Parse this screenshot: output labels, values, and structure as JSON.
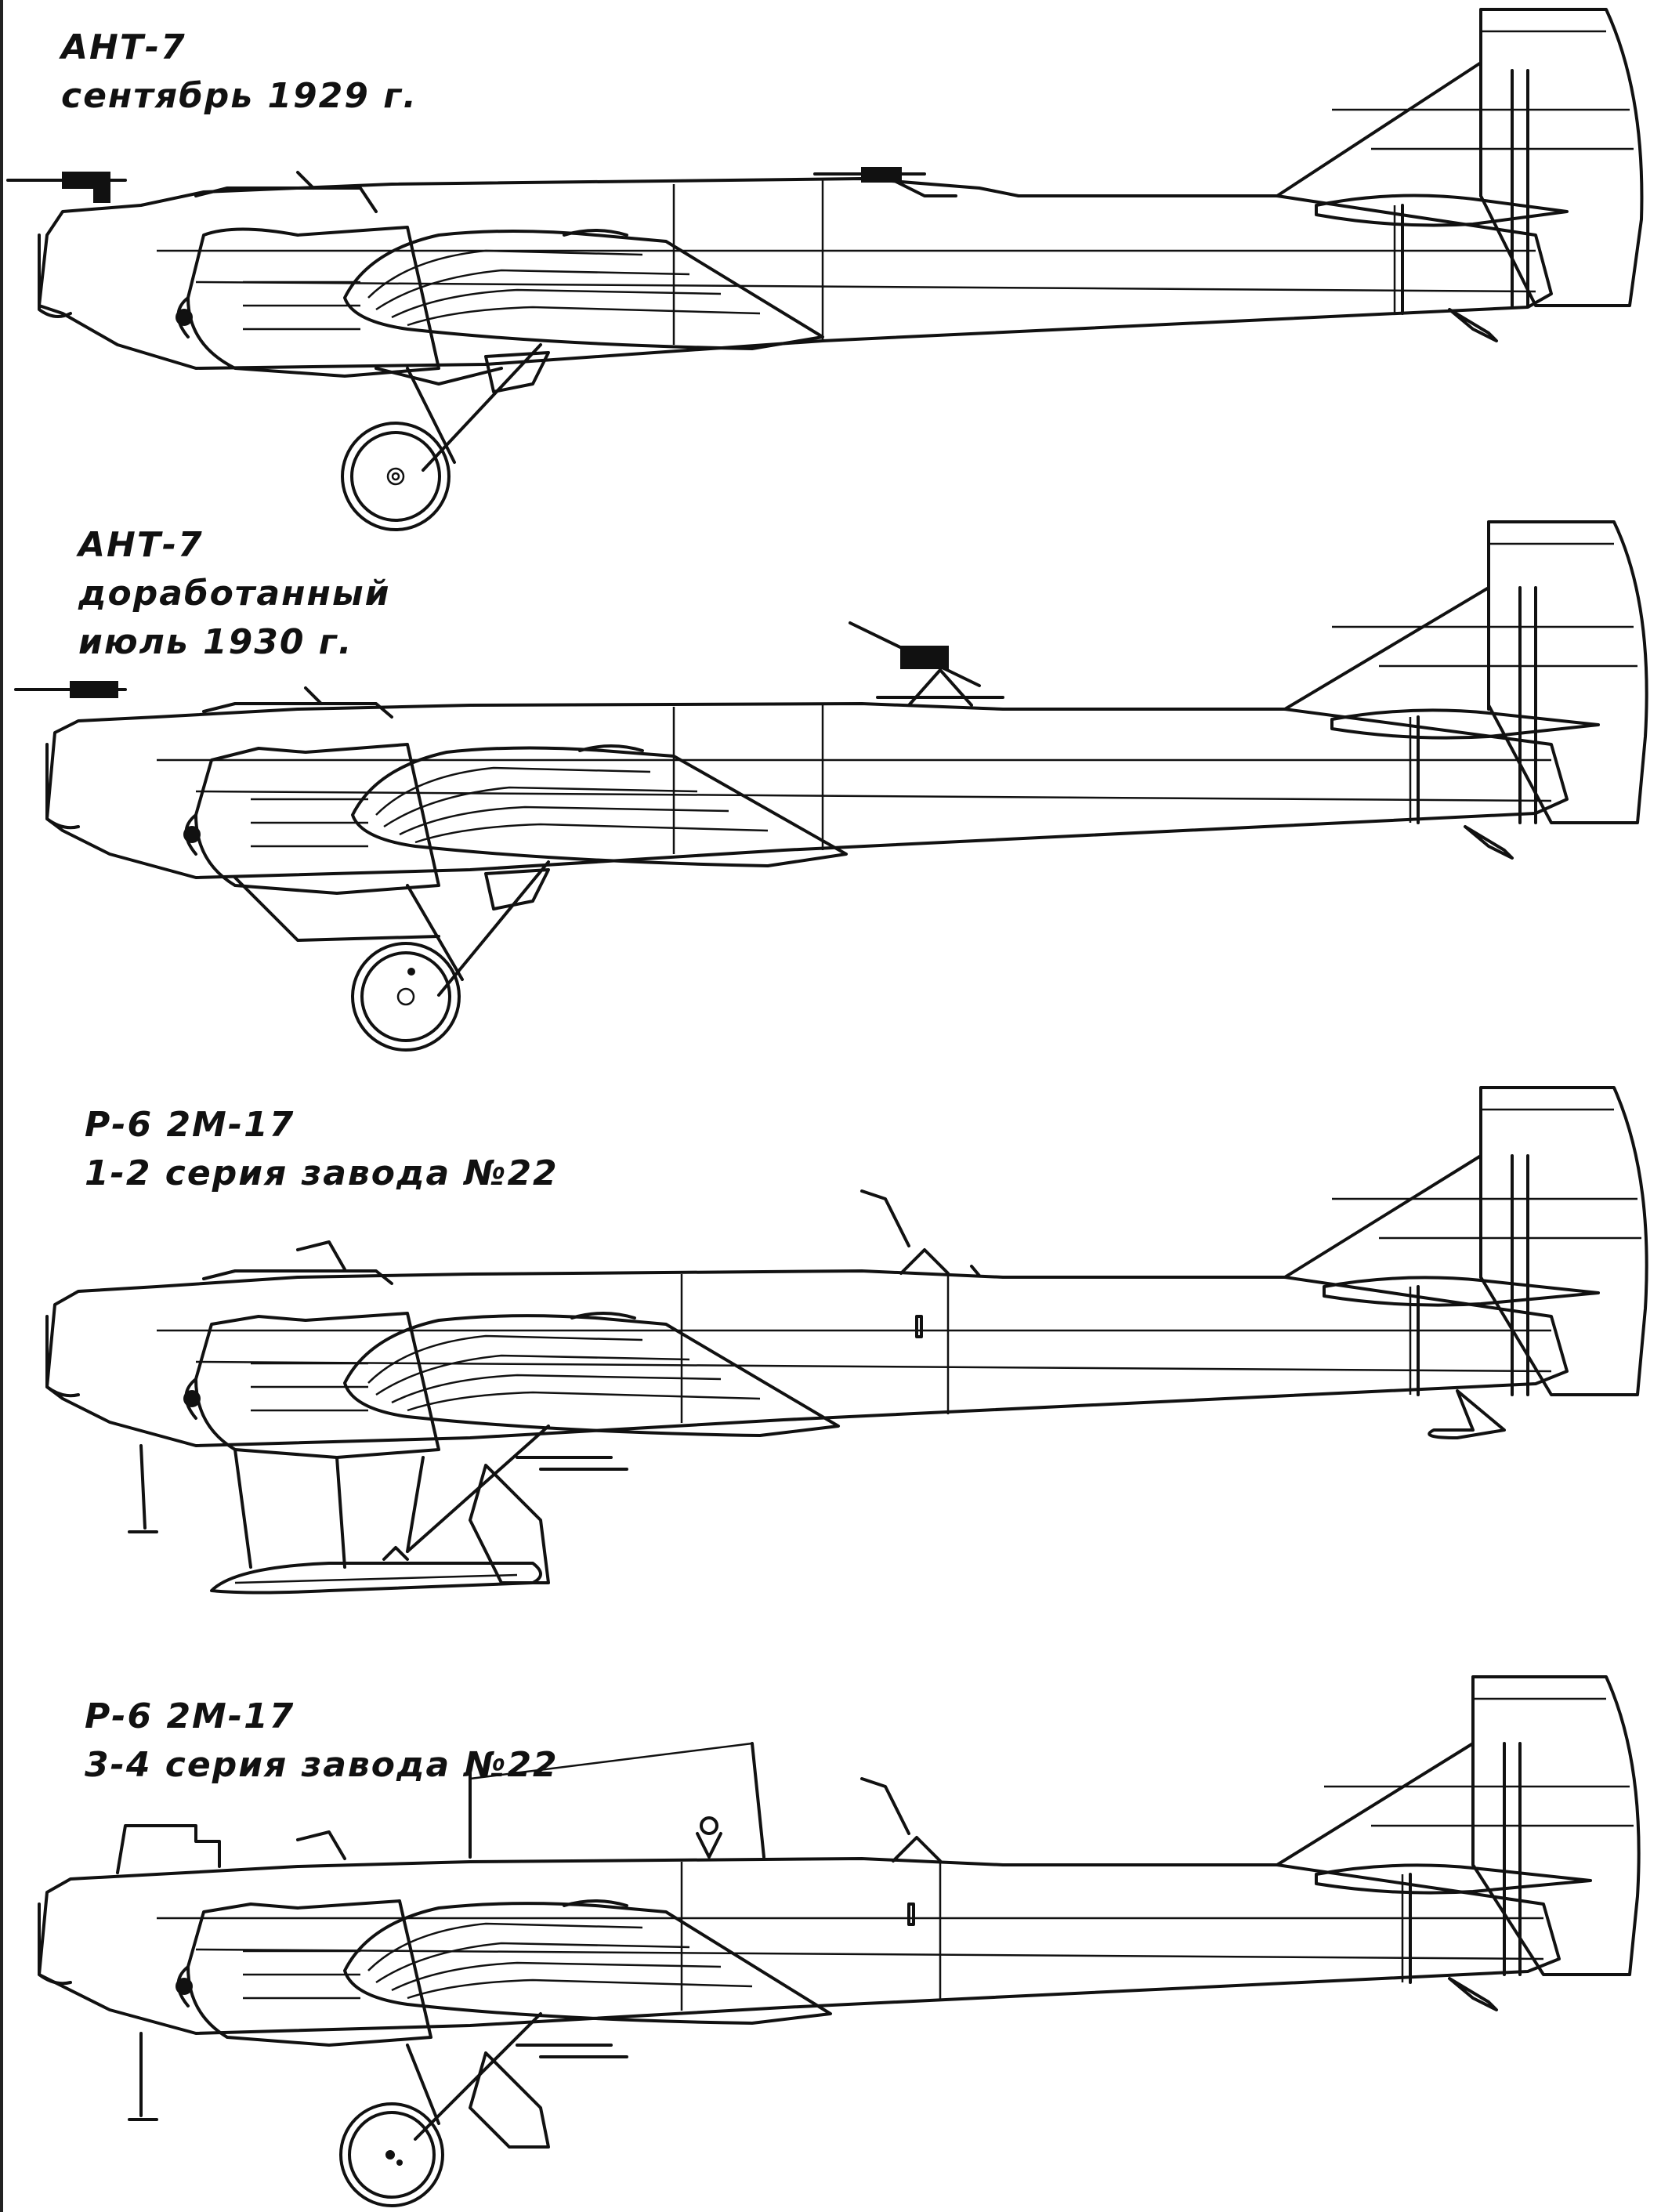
{
  "captions": [
    {
      "line1": "АНТ-7",
      "line2": "сентябрь 1929 г.",
      "line3": ""
    },
    {
      "line1": "АНТ-7",
      "line2": "доработанный",
      "line3": "июль 1930 г."
    },
    {
      "line1": "Р-6 2М-17",
      "line2": "1-2 серия завода №22",
      "line3": ""
    },
    {
      "line1": "Р-6 2М-17",
      "line2": "3-4 серия завода №22",
      "line3": ""
    }
  ],
  "colors": {
    "ink": "#111111",
    "paper": "#ffffff"
  }
}
